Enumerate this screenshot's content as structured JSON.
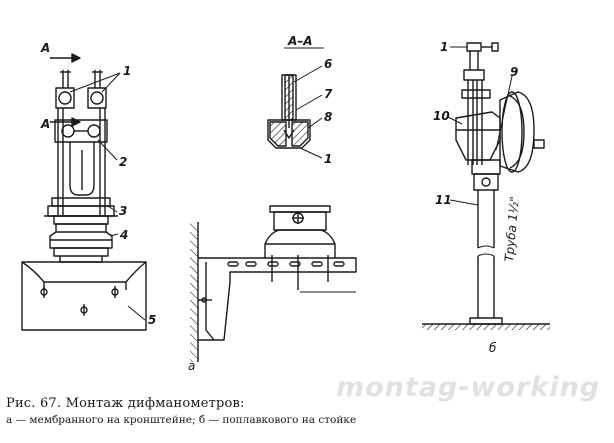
{
  "labels": {
    "a_section": "А",
    "a_section_lower": "А",
    "section_title": "А–А",
    "n1_left": "1",
    "n2": "2",
    "n3": "3",
    "n4": "4",
    "n5": "5",
    "n6": "6",
    "n7": "7",
    "n8": "8",
    "n1_section": "1",
    "n1_right": "1",
    "n9": "9",
    "n10": "10",
    "n11": "11",
    "pipe": "Труба 1½\"",
    "panel_a": "а",
    "panel_b": "б"
  },
  "caption": {
    "title": "Рис. 67. Монтаж дифманометров:",
    "subtitle": "а — мембранного на кронштейне; б — поплавкового на стойке"
  },
  "watermark": "montag-working",
  "colors": {
    "ink": "#1a1a1a",
    "paper": "#ffffff",
    "watermark": "#c8c8c8"
  }
}
